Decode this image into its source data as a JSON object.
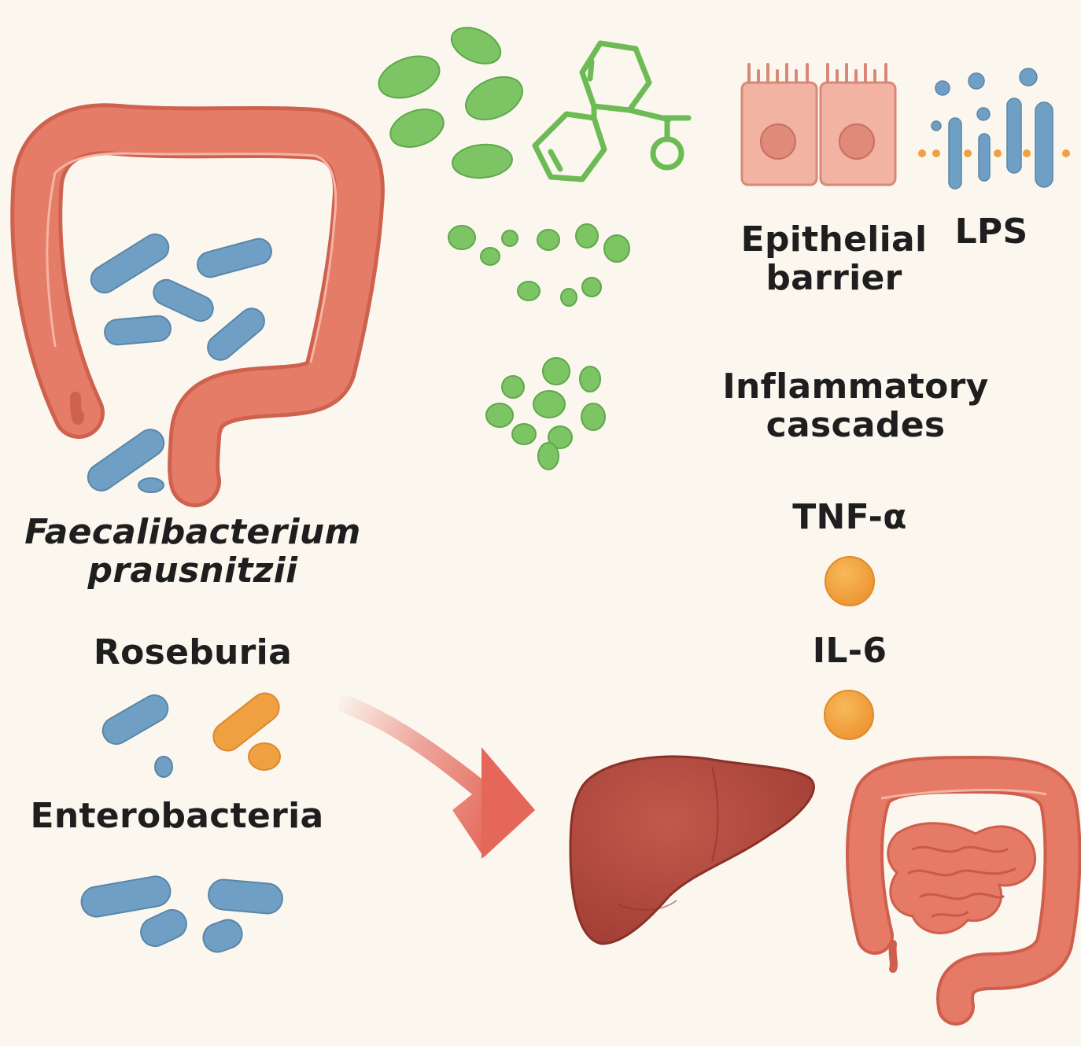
{
  "labels": {
    "f_prausnitzii_line1": "Faecalibacterium",
    "f_prausnitzii_line2": "prausnitzii",
    "roseburia": "Roseburia",
    "enterobacteria": "Enterobacteria",
    "epithelial_line1": "Epithelial",
    "epithelial_line2": "barrier",
    "lps": "LPS",
    "inflammatory_line1": "Inflammatory",
    "inflammatory_line2": "cascades",
    "tnf": "TNF-α",
    "il6": "IL-6"
  },
  "icons": [
    "colon-icon",
    "bacteria-rod-icon",
    "metabolite-molecule-icon",
    "epithelial-cell-icon",
    "lps-molecule-icon",
    "cytokine-dot-icon",
    "arrow-icon",
    "liver-icon",
    "intestine-icon"
  ],
  "colors": {
    "background": "#fbf7ef",
    "organ_red": "#e57a66",
    "organ_outline": "#cf5f4c",
    "bacteria_blue": "#6f9fc4",
    "bacteria_orange": "#f0a040",
    "metabolite_green": "#7dc465",
    "epithelial_pink": "#f2b3a3",
    "liver": "#b54a3e",
    "cytokine_orange": "#f2a03a",
    "arrow_red": "#e4675a"
  }
}
